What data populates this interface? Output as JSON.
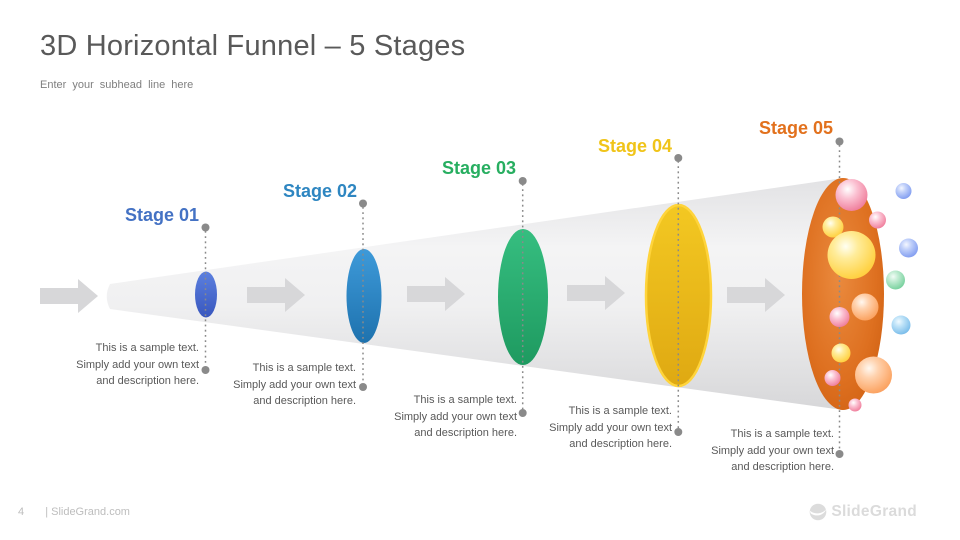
{
  "slide": {
    "title": "3D Horizontal Funnel – 5 Stages",
    "subtitle": "Enter your subhead line here"
  },
  "stages": [
    {
      "label": "Stage 01",
      "label_color": "#4472C4",
      "fill": "#4A6FD4",
      "desc_lines": [
        "This is a sample text.",
        "Simply add your own text",
        "and description here."
      ]
    },
    {
      "label": "Stage 02",
      "label_color": "#2E86C1",
      "fill": "#2E86C8",
      "desc_lines": [
        "This is a sample text.",
        "Simply add your own text",
        "and description here."
      ]
    },
    {
      "label": "Stage 03",
      "label_color": "#27AE60",
      "fill": "#2BAE72",
      "desc_lines": [
        "This is a sample text.",
        "Simply add your own text",
        "and description here."
      ]
    },
    {
      "label": "Stage 04",
      "label_color": "#F0C419",
      "fill": "#EBBC1B",
      "desc_lines": [
        "This is a sample text.",
        "Simply add your own text",
        "and description here."
      ]
    },
    {
      "label": "Stage 05",
      "label_color": "#E2711D",
      "fill": "#DD6E18",
      "desc_lines": [
        "This is a sample text.",
        "Simply add your own text",
        "and description here."
      ]
    }
  ],
  "footer": {
    "page_number": "4",
    "site_label": "| SlideGrand.com",
    "brand": "SlideGrand"
  },
  "palette": {
    "cone": "#EDEDEE",
    "arrow": "#D7D7D9",
    "connector": "#8A8A8A",
    "body_text": "#595959",
    "bubble_colors": [
      "#EA6E91",
      "#FFC430",
      "#F59452",
      "#7591EC",
      "#67ADE2",
      "#62C68D"
    ]
  }
}
